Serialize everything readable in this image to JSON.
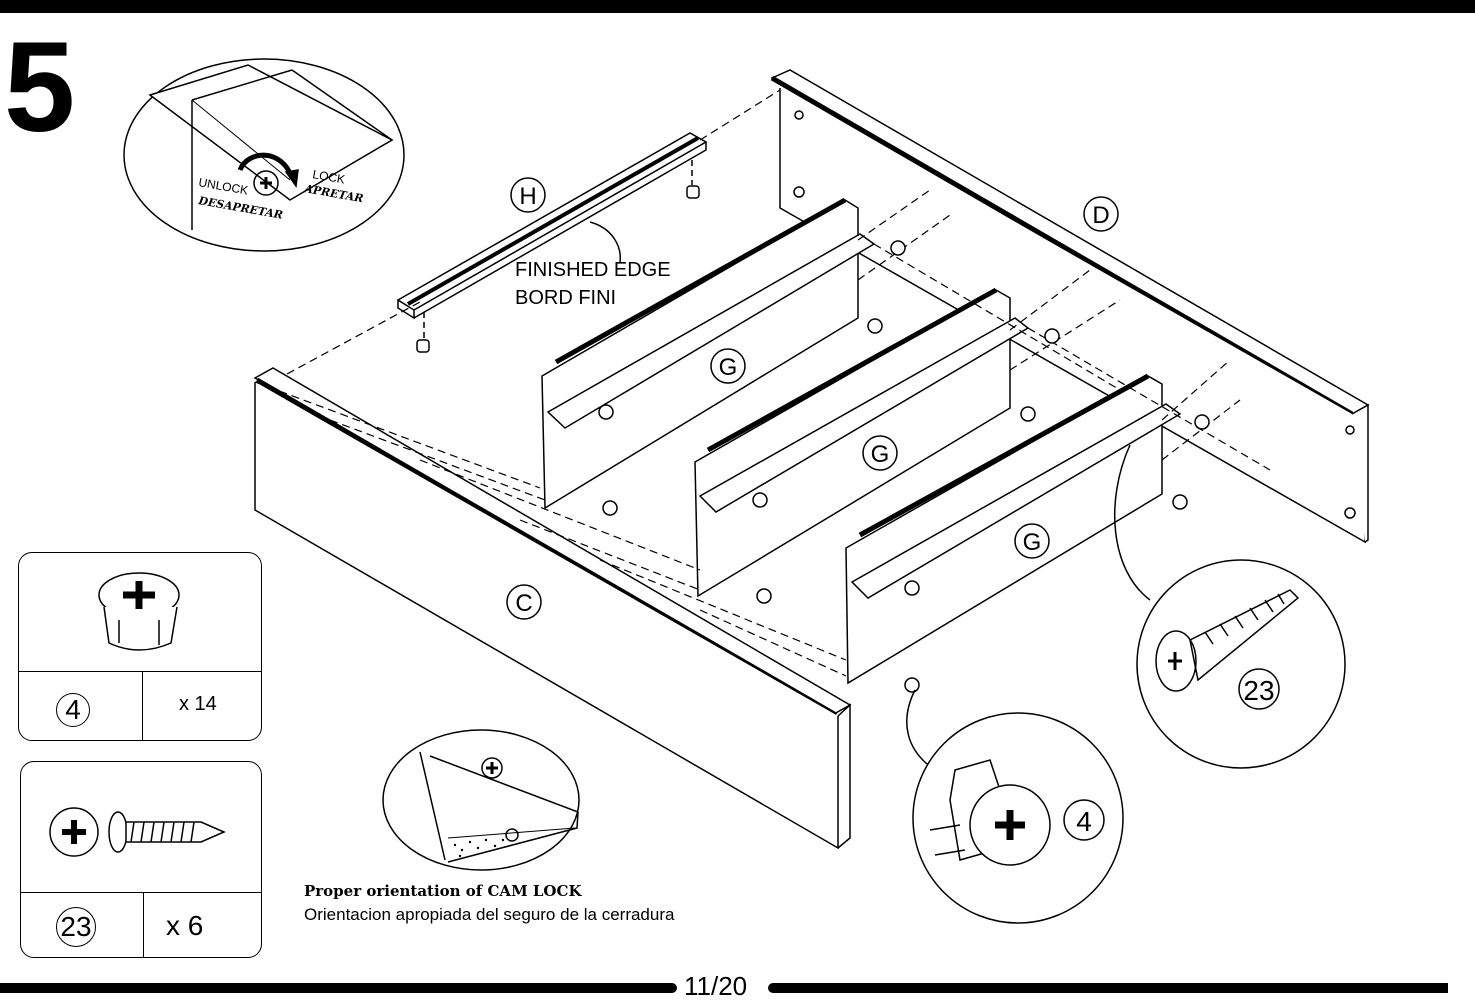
{
  "step": "5",
  "labels": {
    "part_h": "H",
    "part_d": "D",
    "part_g": "G",
    "part_c": "C",
    "finished_edge_en": "FINISHED EDGE",
    "finished_edge_fr": "BORD FINI",
    "unlock_en": "UNLOCK",
    "unlock_es": "DESAPRETAR",
    "lock_en": "LOCK",
    "lock_es": "APRETAR",
    "callout_4": "4",
    "callout_23": "23"
  },
  "parts_list": [
    {
      "id": "4",
      "qty": "x 14",
      "icon": "cam-lock-icon"
    },
    {
      "id": "23",
      "qty": "x 6",
      "icon": "screw-icon"
    }
  ],
  "caption": {
    "en": "Proper orientation of CAM LOCK",
    "es": "Orientacion apropiada del seguro de la cerradura"
  },
  "page": "11/20"
}
